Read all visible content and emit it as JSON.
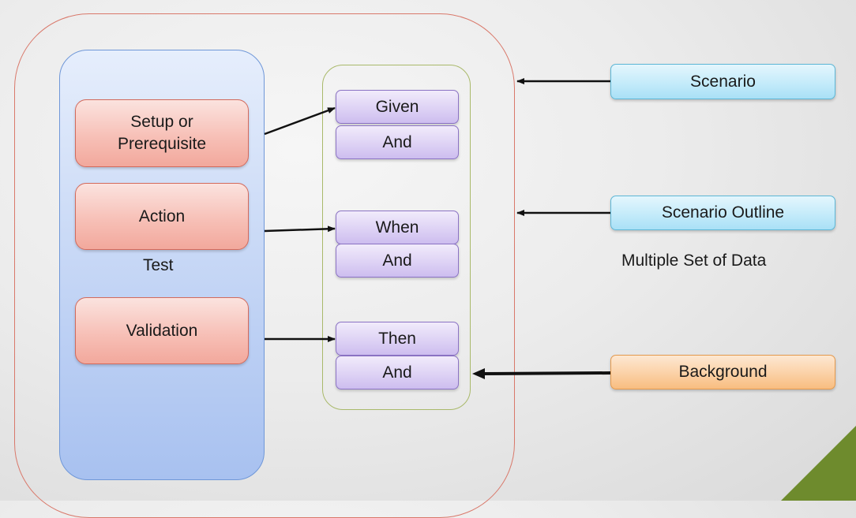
{
  "test_boxes": {
    "setup_line1": "Setup or",
    "setup_line2": "Prerequisite",
    "action": "Action",
    "validation": "Validation"
  },
  "test_label": "Test",
  "steps": {
    "given": "Given",
    "and_1": "And",
    "when": "When",
    "and_2": "And",
    "then": "Then",
    "and_3": "And"
  },
  "tags": {
    "scenario": "Scenario",
    "scenario_outline": "Scenario Outline",
    "background": "Background"
  },
  "note": "Multiple Set of Data",
  "colors": {
    "outer_frame": "#d9786a",
    "test_panel": "#a8c1f0",
    "step_column": "#a9b96a",
    "test_box": "#f7c0b7",
    "step_box": "#dcd0f4",
    "tag_blue": "#c4ebfa",
    "tag_orange": "#fbd1a6",
    "corner_accent": "#6e8b2d"
  }
}
